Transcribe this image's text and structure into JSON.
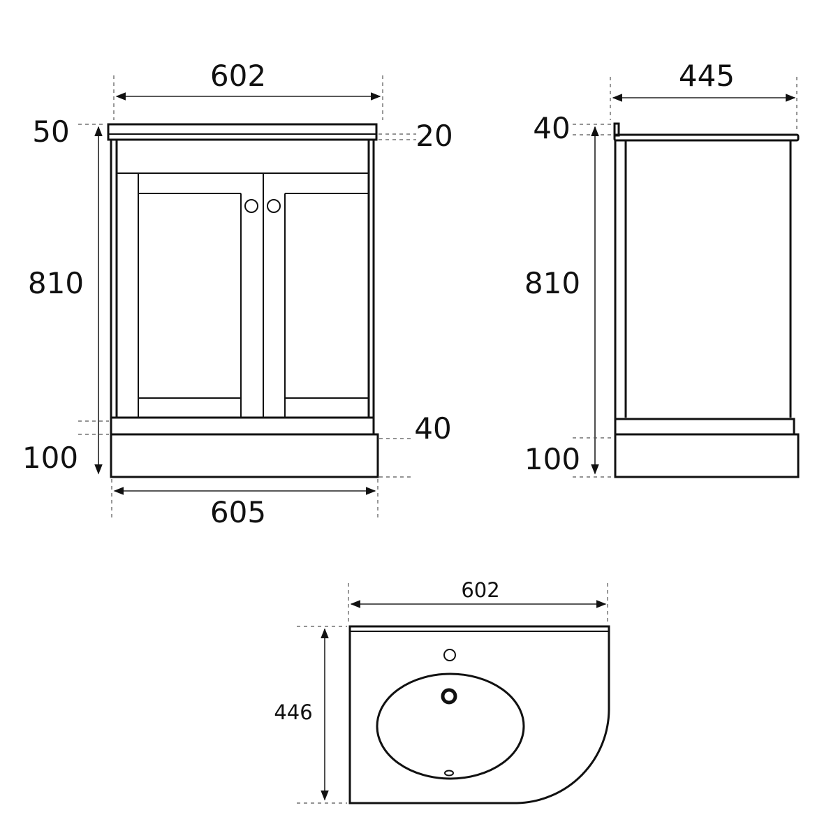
{
  "front_view": {
    "top_width": "602",
    "top_thickness": "50",
    "top_overhang": "20",
    "height": "810",
    "plinth_height": "100",
    "plinth_inset": "40",
    "base_width": "605"
  },
  "side_view": {
    "depth": "445",
    "upstand": "40",
    "height": "810",
    "plinth_height": "100"
  },
  "plan_view": {
    "width": "602",
    "depth": "446"
  }
}
